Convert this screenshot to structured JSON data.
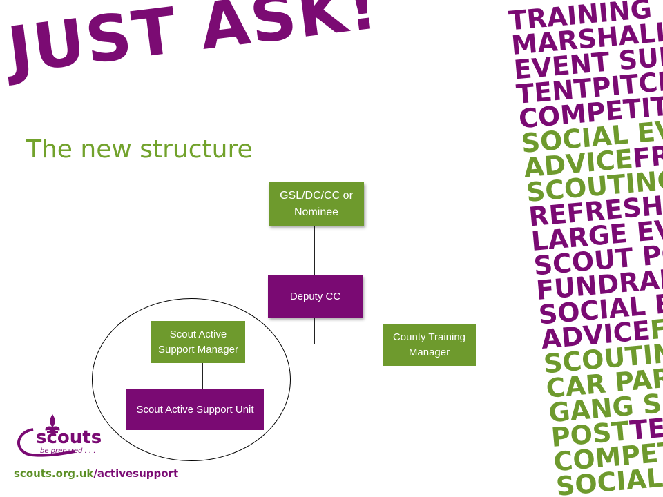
{
  "slide": {
    "headline": "JUST ASK!",
    "subtitle": "The new structure"
  },
  "org_chart": {
    "nodes": {
      "top": "GSL/DC/CC or Nominee",
      "deputy": "Deputy CC",
      "sasm": "Scout Active Support Manager",
      "ctm": "County Training Manager",
      "unit": "Scout Active Support Unit"
    }
  },
  "word_wall": {
    "lines": [
      {
        "text": "TRAINING",
        "color": "#7a0a73"
      },
      {
        "text": "MARSHALLING",
        "color": "#7a0a73"
      },
      {
        "text": "EVENT SUPPORT",
        "color": "#7a0a73"
      },
      {
        "text": "TENTPITCHING",
        "color": "#7a0a73"
      },
      {
        "text": "COMPETITIONS",
        "color": "#7a0a73"
      },
      {
        "text": "SOCIAL EVENTS",
        "color": "#6e9a2d"
      },
      {
        "text": "ADVICE",
        "color": "#6e9a2d",
        "suffix": "FRIENDS",
        "suffix_color": "#7a0a73"
      },
      {
        "text": "SCOUTING",
        "color": "#6e9a2d"
      },
      {
        "text": "REFRESHMENTS",
        "color": "#7a0a73"
      },
      {
        "text": "LARGE EVENTS",
        "color": "#7a0a73"
      },
      {
        "text": "SCOUT POST",
        "color": "#7a0a73"
      },
      {
        "text": "FUNDRAISING",
        "color": "#7a0a73"
      },
      {
        "text": "SOCIAL EVENTS",
        "color": "#7a0a73"
      },
      {
        "text": "ADVICE",
        "color": "#7a0a73",
        "suffix": "FRIENDS",
        "suffix_color": "#6e9a2d"
      },
      {
        "text": "SCOUTING",
        "color": "#6e9a2d"
      },
      {
        "text": "CAR PARKING",
        "color": "#6e9a2d"
      },
      {
        "text": "GANG SHOW",
        "color": "#6e9a2d"
      },
      {
        "text": "POST",
        "color": "#6e9a2d",
        "suffix": "TENTS",
        "suffix_color": "#7a0a73"
      },
      {
        "text": "COMPETITIONS",
        "color": "#6e9a2d"
      },
      {
        "text": "SOCIAL EVENTS",
        "color": "#6e9a2d"
      }
    ]
  },
  "branding": {
    "logo_word": "scouts",
    "tagline": "be prepared . . .",
    "url_domain": "scouts.org.uk",
    "url_path": "/activesupport",
    "colors": {
      "purple": "#7a0a73",
      "green": "#6e9a2d"
    },
    "icon": "fleur-de-lis-icon"
  }
}
